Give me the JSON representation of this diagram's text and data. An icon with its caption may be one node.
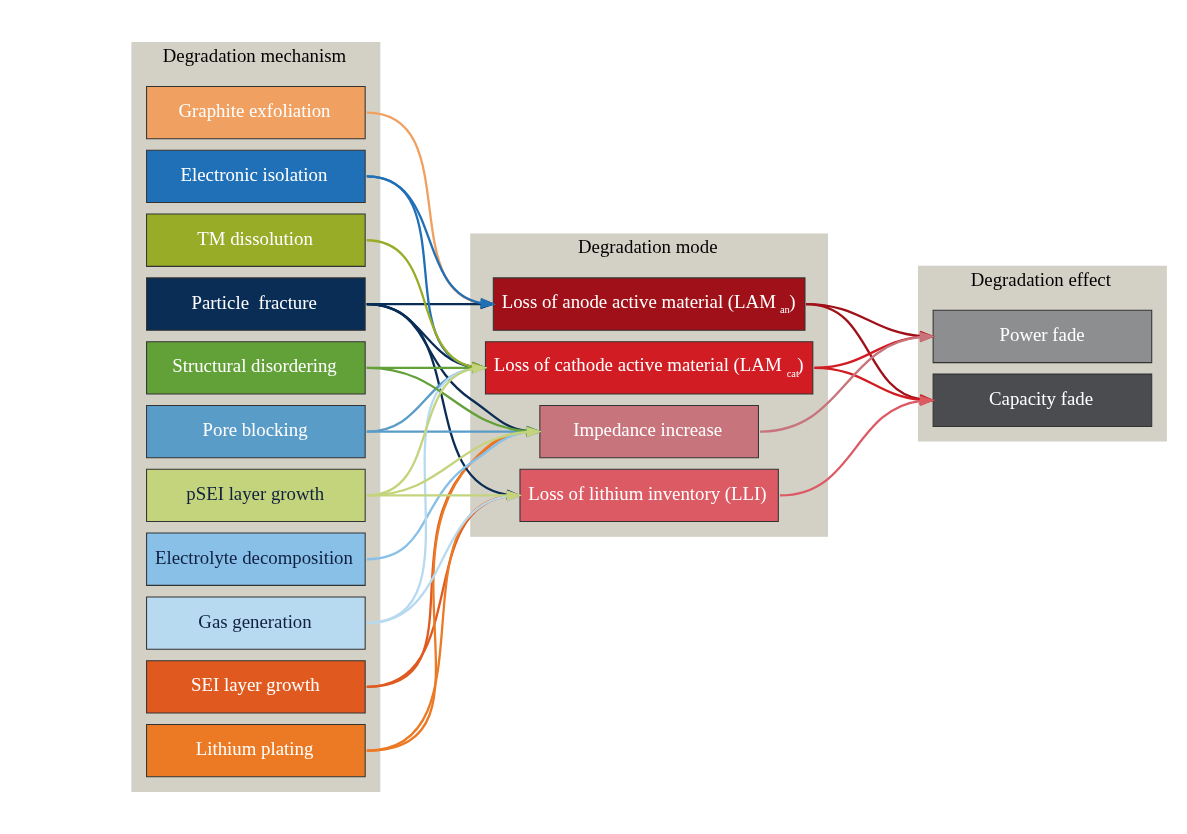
{
  "diagram": {
    "nodes": [
      {
        "text": [
          "Degradation mechanism"
        ]
      },
      {
        "text": [
          "SEI layer growth"
        ],
        "in": 0
      },
      {
        "text": [
          "Lithium plating"
        ],
        "in": 0
      },
      {
        "text": [
          "Graphite exfoliation"
        ],
        "in": 0
      },
      {
        "text": [
          "Particle  fracture"
        ],
        "in": 0
      },
      {
        "text": [
          "Electronic isolation"
        ],
        "in": 0
      },
      {
        "text": [
          "Pore blocking"
        ],
        "in": 0
      },
      {
        "text": [
          "Electrolyte decomposition"
        ],
        "in": 0
      },
      {
        "text": [
          "Gas generation"
        ],
        "in": 0
      },
      {
        "text": [
          "Structural disordering"
        ],
        "in": 0
      },
      {
        "text": [
          "TM dissolution"
        ],
        "in": 0
      },
      {
        "text": [
          "pSEI layer growth"
        ],
        "in": 0
      },
      {
        "text": [
          "Degradation mode"
        ]
      },
      {
        "text": [
          "Loss of anode active material (LAM$_{an}$)"
        ],
        "in": 12
      },
      {
        "text": [
          "Loss of cathode active material (LAM$_{cat}$)"
        ],
        "in": 12
      },
      {
        "text": [
          "Loss of lithium inventory (LLI)"
        ],
        "in": 12
      },
      {
        "text": [
          "Impedance increase"
        ],
        "in": 12
      },
      {
        "text": [
          "Degradation effect"
        ]
      },
      {
        "text": [
          "Capacity fade"
        ],
        "in": 17
      },
      {
        "text": [
          "Power fade"
        ],
        "in": 17
      }
    ],
    "edges": [
      {
        "from": 3,
        "to": 13,
        "arrow": "to",
        "color": "#f0a060"
      },
      {
        "from": 4,
        "to": 13,
        "arrow": "to",
        "color": "#0a2d55"
      },
      {
        "from": 5,
        "to": 13,
        "arrow": "to",
        "color": "#2070b8"
      },
      {
        "from": 4,
        "to": 14,
        "arrow": "to",
        "color": "#0a2d55"
      },
      {
        "from": 5,
        "to": 14,
        "arrow": "to",
        "color": "#2070b8"
      },
      {
        "from": 6,
        "to": 14,
        "arrow": "to",
        "color": "#5a9cc8"
      },
      {
        "from": 8,
        "to": 14,
        "arrow": "to",
        "color": "#b8daf0"
      },
      {
        "from": 10,
        "to": 14,
        "arrow": "to",
        "color": "#98ac28"
      },
      {
        "from": 9,
        "to": 14,
        "arrow": "to",
        "color": "#62a038"
      },
      {
        "from": 11,
        "to": 14,
        "arrow": "to",
        "color": "#c4d47c"
      },
      {
        "from": 1,
        "to": 15,
        "arrow": "to",
        "color": "#e05a20"
      },
      {
        "from": 2,
        "to": 15,
        "arrow": "to",
        "color": "#ec7a24"
      },
      {
        "from": 4,
        "to": 15,
        "arrow": "to",
        "color": "#0a2d55"
      },
      {
        "from": 8,
        "to": 15,
        "arrow": "to",
        "color": "#b8daf0"
      },
      {
        "from": 11,
        "to": 15,
        "arrow": "to",
        "color": "#c4d47c"
      },
      {
        "from": 1,
        "to": 16,
        "arrow": "to",
        "color": "#e05a20"
      },
      {
        "from": 2,
        "to": 16,
        "arrow": "to",
        "color": "#ec7a24"
      },
      {
        "from": 4,
        "to": 16,
        "arrow": "to",
        "color": "#0a2d55"
      },
      {
        "from": 6,
        "to": 16,
        "arrow": "to",
        "color": "#5a9cc8"
      },
      {
        "from": 7,
        "to": 16,
        "arrow": "to",
        "color": "#88c0e8"
      },
      {
        "from": 9,
        "to": 16,
        "arrow": "to",
        "color": "#62a038"
      },
      {
        "from": 11,
        "to": 16,
        "arrow": "to",
        "color": "#c4d47c"
      },
      {
        "from": 13,
        "to": 18,
        "arrow": "to",
        "color": "#a01018"
      },
      {
        "from": 13,
        "to": 19,
        "arrow": "to",
        "color": "#a01018"
      },
      {
        "from": 14,
        "to": 18,
        "arrow": "to",
        "color": "#d01c22"
      },
      {
        "from": 14,
        "to": 19,
        "arrow": "to",
        "color": "#d01c22"
      },
      {
        "from": 15,
        "to": 18,
        "arrow": "to",
        "color": "#dc5a64"
      },
      {
        "from": 16,
        "to": 19,
        "arrow": "to",
        "color": "#c8747c"
      }
    ]
  }
}
